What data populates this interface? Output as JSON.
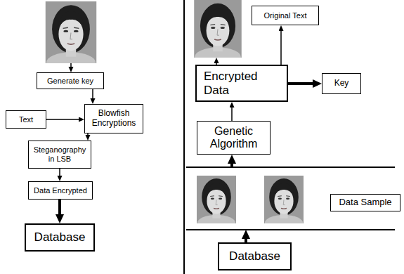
{
  "diagram": {
    "nodes": [
      {
        "text": [
          "Generate key"
        ]
      },
      {
        "text": [
          "Text"
        ]
      },
      {
        "text": [
          "Blowfish Encryptions"
        ]
      },
      {
        "text": [
          "Steganography in LSB"
        ]
      },
      {
        "text": [
          "Data Encrypted"
        ]
      },
      {
        "text": [
          "Database"
        ]
      },
      {
        "text": [
          "Original Text"
        ]
      },
      {
        "text": [
          "Encrypted Data"
        ]
      },
      {
        "text": [
          "Key"
        ]
      },
      {
        "text": [
          "Genetic Algorithm"
        ]
      },
      {
        "text": [
          "Data Sample"
        ]
      },
      {
        "text": [
          "Database"
        ]
      }
    ],
    "edges": [
      {
        "from": 0,
        "to": 2,
        "arrow": "to"
      },
      {
        "from": 1,
        "to": 2,
        "arrow": "to"
      },
      {
        "from": 2,
        "to": 3,
        "arrow": "to"
      },
      {
        "from": 3,
        "to": 4,
        "arrow": "to"
      },
      {
        "from": 4,
        "to": 5,
        "arrow": "to"
      },
      {
        "from": 9,
        "to": 7,
        "arrow": "to"
      },
      {
        "from": 7,
        "to": 8,
        "arrow": "to"
      },
      {
        "from": 7,
        "to": 6,
        "arrow": "to"
      }
    ]
  }
}
